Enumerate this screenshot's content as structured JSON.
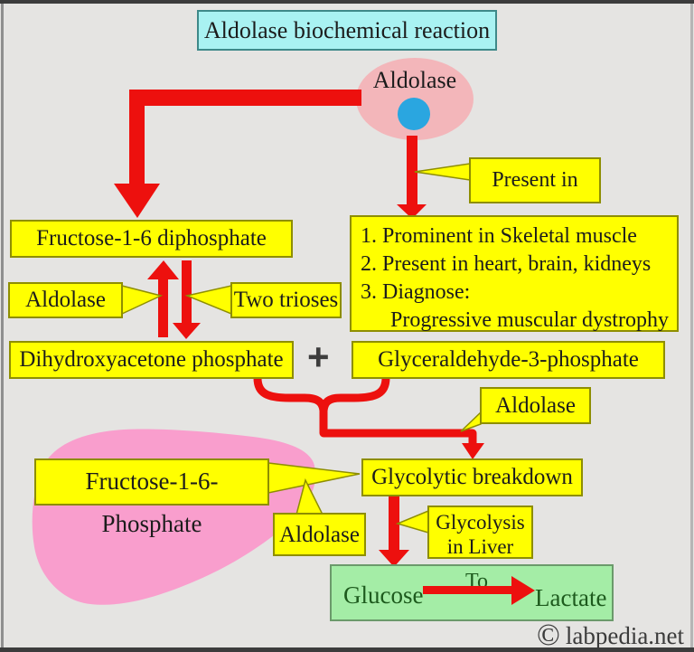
{
  "title": "Aldolase biochemical reaction",
  "enzyme": {
    "name": "Aldolase"
  },
  "nodes": {
    "fructose_diphosphate": "Fructose-1-6 diphosphate",
    "aldolase_left": "Aldolase",
    "two_trioses": "Two trioses",
    "dihydroxyacetone": "Dihydroxyacetone phosphate",
    "plus_sign": "+",
    "glyceraldehyde": "Glyceraldehyde-3-phosphate",
    "present_in": "Present in",
    "presence_list": [
      "1. Prominent in Skeletal muscle",
      "2. Present in heart, brain, kidneys",
      "3. Diagnose:",
      "Progressive muscular dystrophy"
    ],
    "aldolase_mid": "Aldolase",
    "fructose_phosphate": "Fructose-1-6-Phosphate",
    "aldolase_bottom": "Aldolase",
    "glycolytic_breakdown": "Glycolytic breakdown",
    "glycolysis_in_liver_line1": "Glycolysis",
    "glycolysis_in_liver_line2": "in Liver",
    "glucose": "Glucose",
    "to_label": "To",
    "lactate": "Lactate"
  },
  "footer": {
    "copyright_symbol": "©",
    "site_name": "labpedia.net"
  },
  "colors": {
    "background_gray": "#e5e4e2",
    "box_yellow": "#ffff00",
    "box_border_olive": "#8e8e00",
    "title_cyan": "#a9f2f2",
    "title_border_teal": "#3e8989",
    "arrow_red": "#ed100e",
    "ellipse_pink": "#f3b6ba",
    "nucleus_blue": "#2aa6e0",
    "liver_pink": "#f99ecd",
    "result_green": "#a4eda6",
    "result_text_green": "#1d5a1d"
  }
}
